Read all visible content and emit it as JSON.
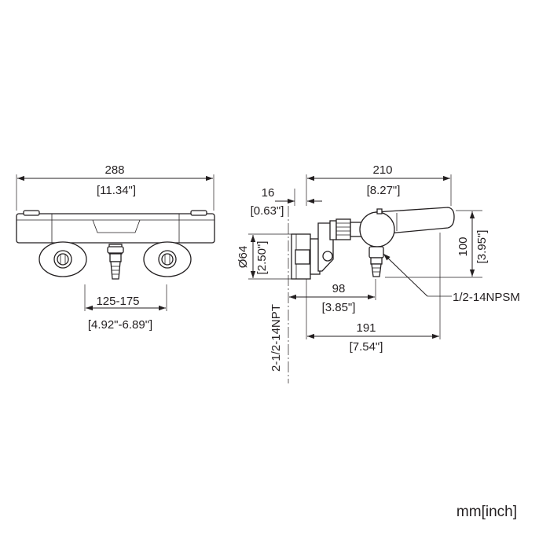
{
  "front_view": {
    "width_mm": "288",
    "width_in": "[11.34\"]",
    "centers_mm": "125-175",
    "centers_in": "[4.92\"-6.89\"]"
  },
  "side_view": {
    "depth_mm": "210",
    "depth_in": "[8.27\"]",
    "wall_gap_mm": "16",
    "wall_gap_in": "[0.63\"]",
    "escutcheon_diam_mm": "Ø64",
    "escutcheon_diam_in": "[2.50\"]",
    "height_mm": "100",
    "height_in": "[3.95\"]",
    "spout_offset_mm": "98",
    "spout_offset_in": "[3.85\"]",
    "body_depth_mm": "191",
    "body_depth_in": "[7.54\"]",
    "inlet_thread": "2-1/2-14NPT",
    "outlet_thread": "1/2-14NPSM"
  },
  "units_label": "mm[inch]"
}
